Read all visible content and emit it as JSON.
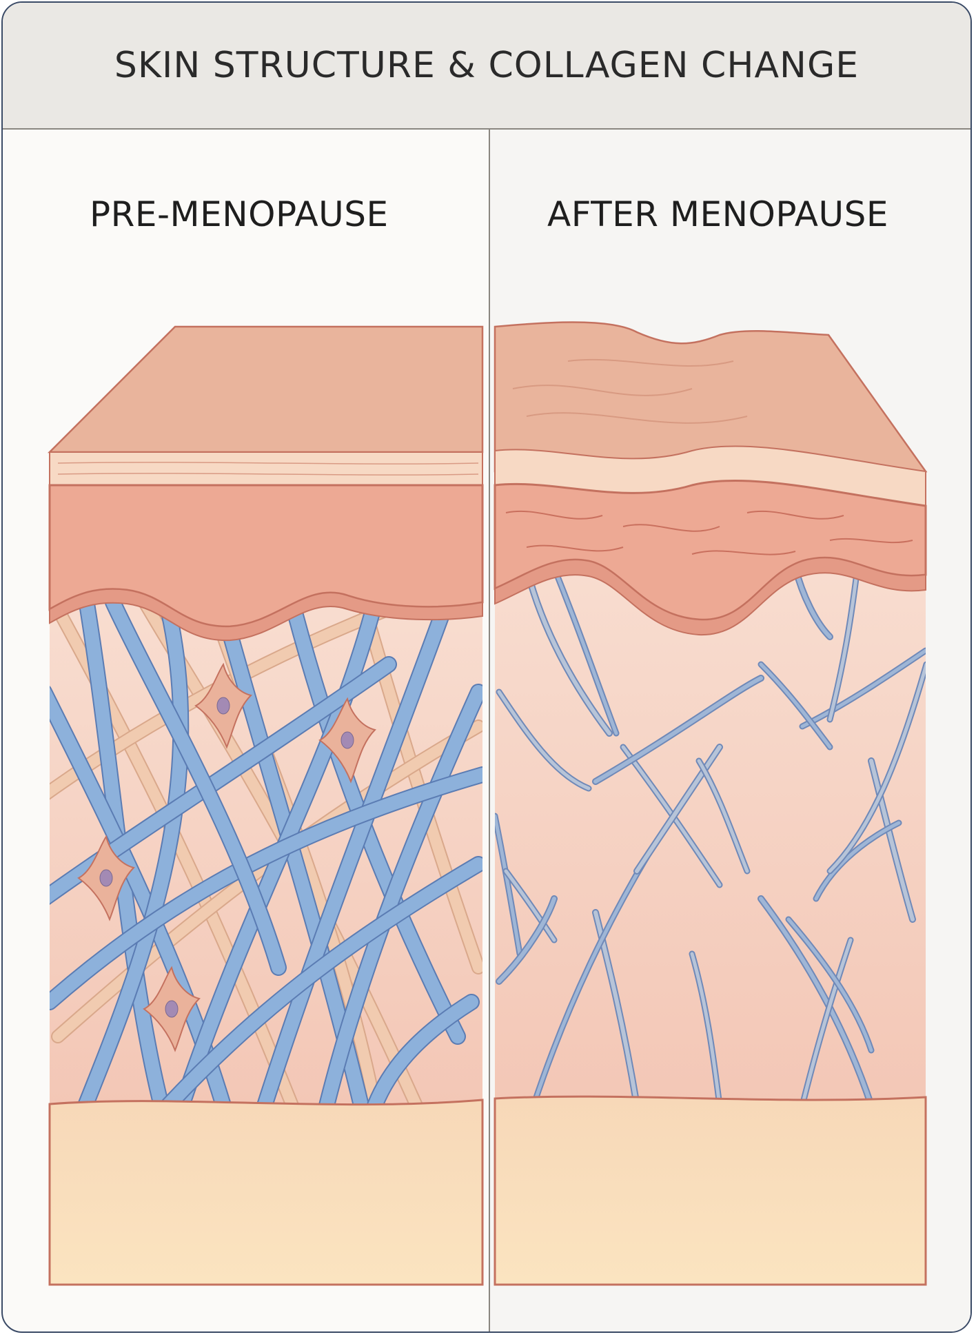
{
  "header": {
    "title": "SKIN STRUCTURE & COLLAGEN CHANGE"
  },
  "panels": [
    {
      "id": "pre",
      "title": "PRE-MENOPAUSE"
    },
    {
      "id": "post",
      "title": "AFTER MENOPAUSE"
    }
  ],
  "colors": {
    "epidermis_top": "#e9b49c",
    "epidermis": "#eda994",
    "skin_outline": "#c4715f",
    "dermis": "#f5d2c2",
    "subcutis": "#f9dfb8",
    "collagen_blue": "#8db1db",
    "collagen_outline": "#5b7cb3",
    "elastin_tan": "#f1cbb0",
    "fibroblast": "#eab29b",
    "fibroblast_nucleus": "#a38ab4"
  },
  "icons": [
    "collagen-fiber-icon",
    "fibroblast-cell-icon"
  ]
}
